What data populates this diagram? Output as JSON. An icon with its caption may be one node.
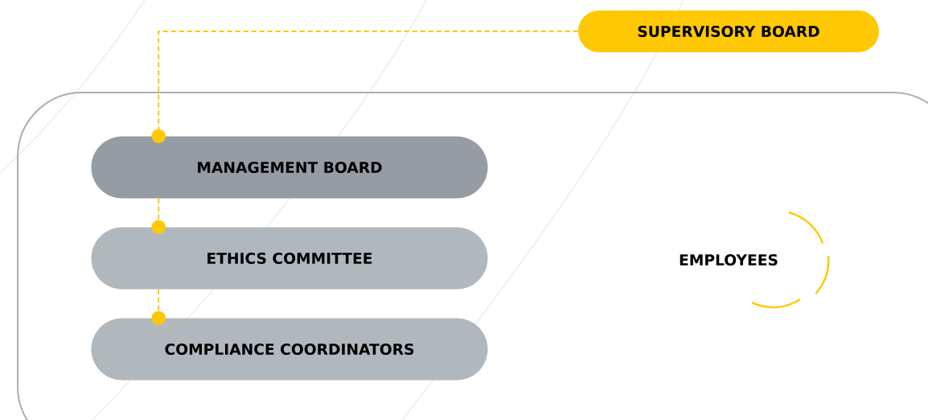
{
  "diagram": {
    "nodes": [
      {
        "text": [
          "SUPERVISORY BOARD"
        ]
      },
      {
        "text": [
          "EMPLOYEES"
        ]
      },
      {
        "text": [
          "MANAGEMENT BOARD"
        ],
        "in": 1
      },
      {
        "text": [
          "ETHICS COMMITTEE"
        ],
        "in": 1
      },
      {
        "text": [
          "COMPLIANCE COORDINATORS"
        ],
        "in": 1
      }
    ],
    "edges": [
      {
        "from": 0,
        "to": 2,
        "arrow": "other",
        "style": "dashed"
      },
      {
        "from": 2,
        "to": 3,
        "arrow": "other",
        "style": "dashed"
      },
      {
        "from": 3,
        "to": 4,
        "arrow": "other",
        "style": "dashed"
      }
    ]
  }
}
